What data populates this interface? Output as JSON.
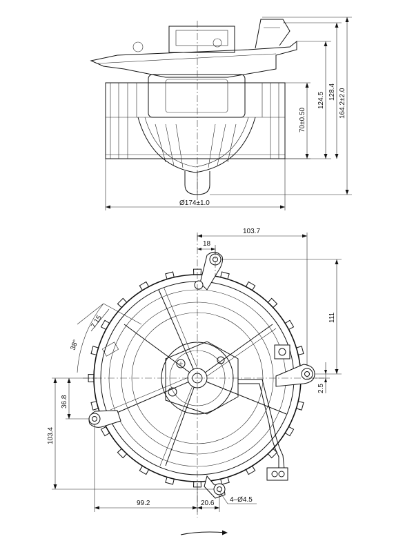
{
  "top_view": {
    "dims": {
      "diameter": "Ø174±1.0",
      "height_70": "70±0.50",
      "height_124": "124.5",
      "height_128": "128.4",
      "height_164": "164.2±2.0"
    }
  },
  "plan_view": {
    "dims": {
      "width_103": "103.7",
      "offset_18": "18",
      "height_111": "111",
      "offset_2_5": "2.5",
      "angle_38": "38°",
      "len_7_15": "7.15",
      "height_36_8": "36.8",
      "height_103_4": "103.4",
      "width_99_2": "99.2",
      "width_20_6": "20.6",
      "holes": "4–Ø4.5"
    }
  },
  "rotation_arrow": {
    "icon": "rotation-direction-arrow"
  }
}
